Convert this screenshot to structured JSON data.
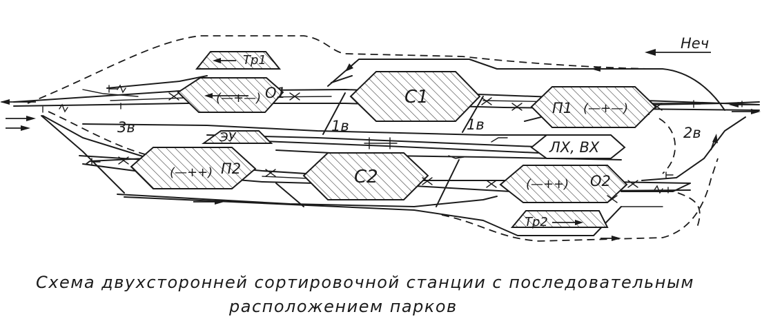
{
  "diagram": {
    "direction_label": "Неч",
    "caption_line1": "Схема двухсторонней сортировочной станции с последовательным",
    "caption_line2": "расположением парков",
    "parks": {
      "tr1": "Тр1",
      "o1": "О1",
      "o1_arrow": "(—+—)",
      "c1": "С1",
      "p1": "П1",
      "p1_arrow": "(—+—)",
      "ey": "ЭУ",
      "lx_vx": "ЛХ, ВХ",
      "p2": "П2",
      "p2_arrow": "(—++)",
      "c2": "С2",
      "o2": "О2",
      "o2_arrow": "(—++)",
      "tr2": "Тр2"
    },
    "routes": {
      "r3v": "3в",
      "r1v_left": "1в",
      "r1v_right": "1в",
      "r2v": "2в"
    }
  }
}
